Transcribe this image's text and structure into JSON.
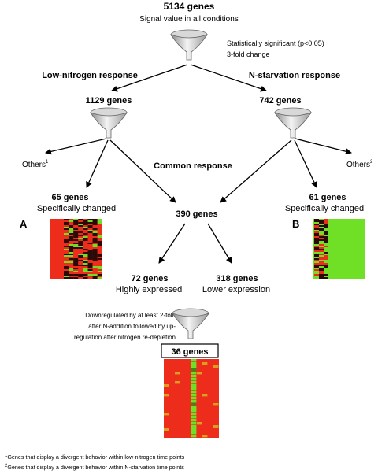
{
  "top": {
    "count": "5134 genes",
    "note": "Signal value in all conditions"
  },
  "filter1": {
    "line1": "Statistically significant (p<0.05)",
    "line2": "3-fold change"
  },
  "left_branch": {
    "title": "Low-nitrogen response",
    "count": "1129 genes"
  },
  "right_branch": {
    "title": "N-starvation response",
    "count": "742 genes"
  },
  "others_left": {
    "text": "Others",
    "sup": "1"
  },
  "others_right": {
    "text": "Others",
    "sup": "2"
  },
  "common": {
    "title": "Common response",
    "count": "390 genes"
  },
  "specific_left": {
    "count": "65 genes",
    "desc": "Specifically changed",
    "panel": "A"
  },
  "specific_right": {
    "count": "61 genes",
    "desc": "Specifically changed",
    "panel": "B"
  },
  "high": {
    "count": "72 genes",
    "desc": "Highly expressed"
  },
  "low": {
    "count": "318 genes",
    "desc": "Lower expression"
  },
  "filter2": {
    "line1": "Downregulated by at least 2-fold",
    "line2": "after N-addition followed by up-",
    "line3": "regulation after nitrogen re-depletion"
  },
  "final": {
    "count": "36 genes"
  },
  "footnotes": {
    "fn1_sup": "1",
    "fn1": "Genes that display a divergent behavior within low-nitrogen time points",
    "fn2_sup": "2",
    "fn2": "Genes that display a divergent behavior within N-starvation time points"
  },
  "colors": {
    "red": "#ee2c1c",
    "green": "#6fe025",
    "dark": "#2a0a06",
    "arrow": "#000000"
  }
}
